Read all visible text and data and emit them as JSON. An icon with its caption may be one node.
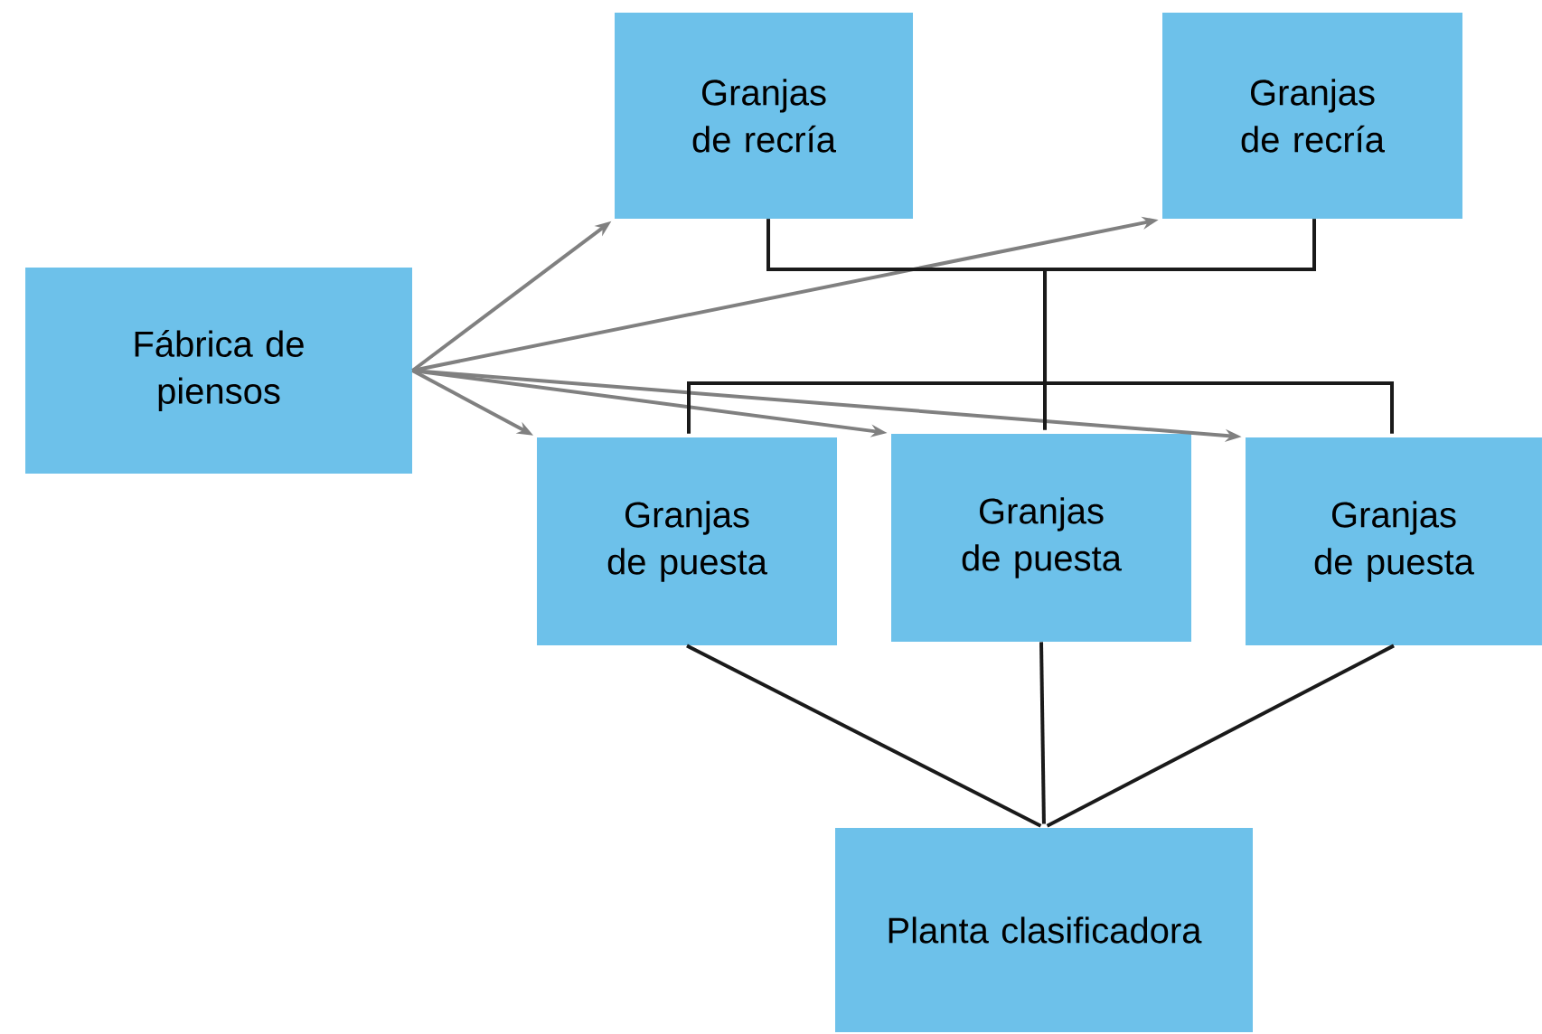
{
  "diagram": {
    "nodes": [
      {
        "text": [
          "Fábrica de piensos"
        ]
      },
      {
        "text": [
          "Granjas de recría"
        ]
      },
      {
        "text": [
          "Granjas de recría"
        ]
      },
      {
        "text": [
          "Granjas de puesta"
        ]
      },
      {
        "text": [
          "Granjas de puesta"
        ]
      },
      {
        "text": [
          "Granjas de puesta"
        ]
      },
      {
        "text": [
          "Planta clasificadora"
        ]
      }
    ],
    "edges": [
      {
        "from": 0,
        "to": 1,
        "arrow": "to",
        "color": "#808080"
      },
      {
        "from": 0,
        "to": 2,
        "arrow": "to",
        "color": "#808080"
      },
      {
        "from": 0,
        "to": 3,
        "arrow": "to",
        "color": "#808080"
      },
      {
        "from": 0,
        "to": 4,
        "arrow": "to",
        "color": "#808080"
      },
      {
        "from": 0,
        "to": 5,
        "arrow": "to",
        "color": "#808080"
      },
      {
        "from": 1,
        "to": 3,
        "arrow": "none"
      },
      {
        "from": 1,
        "to": 4,
        "arrow": "none"
      },
      {
        "from": 1,
        "to": 5,
        "arrow": "none"
      },
      {
        "from": 2,
        "to": 3,
        "arrow": "none"
      },
      {
        "from": 2,
        "to": 4,
        "arrow": "none"
      },
      {
        "from": 2,
        "to": 5,
        "arrow": "none"
      },
      {
        "from": 3,
        "to": 6,
        "arrow": "none"
      },
      {
        "from": 4,
        "to": 6,
        "arrow": "none"
      },
      {
        "from": 5,
        "to": 6,
        "arrow": "none"
      }
    ]
  }
}
